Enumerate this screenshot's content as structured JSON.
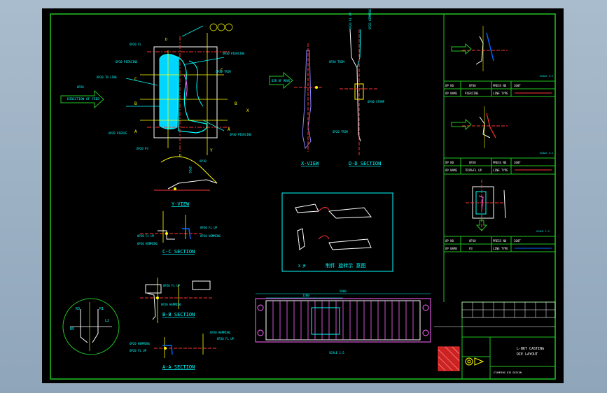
{
  "labels": {
    "op30_piercing": "OP30 PIERCING",
    "op20_fl": "OP20 FL",
    "op30_trim": "OP30 TRIM",
    "op20_tr_line": "OP20 TR LINE",
    "direction_of_feed": "DIRECTION OF FEED",
    "op20": "OP20",
    "op10": "OP10",
    "op20_p3": "OP20 P3",
    "op20_trim": "OP20 TRIM",
    "op30_stamp": "OP30 STAMP",
    "op20_fl_up": "OP20 FL UP",
    "op20_hemming": "OP20 HEMMING",
    "op20_pierce": "OP20 PIERCE",
    "op20_fl_line": "OP20 FL LINE",
    "op30_flip": "OP30 FLIP",
    "dir_of_move": "DIR OF MOVE"
  },
  "sections": {
    "x_view": "X-VIEW",
    "d_d": "D-D SECTION",
    "y_view": "Y-VIEW",
    "c_c": "C-C SECTION",
    "b_b": "B-B SECTION",
    "a_a": "A-A SECTION"
  },
  "markers": {
    "d": "D",
    "c": "C",
    "b": "B",
    "a": "A",
    "x": "X",
    "y": "Y",
    "r3": "R3",
    "r1": "R1",
    "r5": "R5",
    "l2": "L2"
  },
  "layout_box": {
    "title": "制件 旋转示 意图",
    "sub": "X   步"
  },
  "strip": {
    "length": "5000",
    "pitch": "1200",
    "scale": "SCALE 1:5"
  },
  "panels": [
    {
      "op_no_label": "OP NO",
      "op_no": "OP30",
      "press_label": "PRESS NO",
      "press": "200T",
      "op_name_label": "OP NAME",
      "op_name": "PIERCING",
      "line_label": "LINE TYPE",
      "scale": "SCALE 1:2"
    },
    {
      "op_no_label": "OP NO",
      "op_no": "OP20",
      "press_label": "PRESS NO",
      "press": "200T",
      "op_name_label": "OP NAME",
      "op_name": "TRIM+FL UP",
      "line_label": "LINE TYPE",
      "scale": "SCALE 1:2"
    },
    {
      "op_no_label": "OP NO",
      "op_no": "OP10",
      "press_label": "PRESS NO",
      "press": "200T",
      "op_name_label": "OP NAME",
      "op_name": "P3",
      "line_label": "LINE TYPE",
      "scale": "SCALE 1:2"
    }
  ],
  "title_block": {
    "title_line1": "L-BKT CASTING",
    "title_line2": "DIE LAYOUT",
    "company": "STAMPING DIE DESIGN"
  }
}
